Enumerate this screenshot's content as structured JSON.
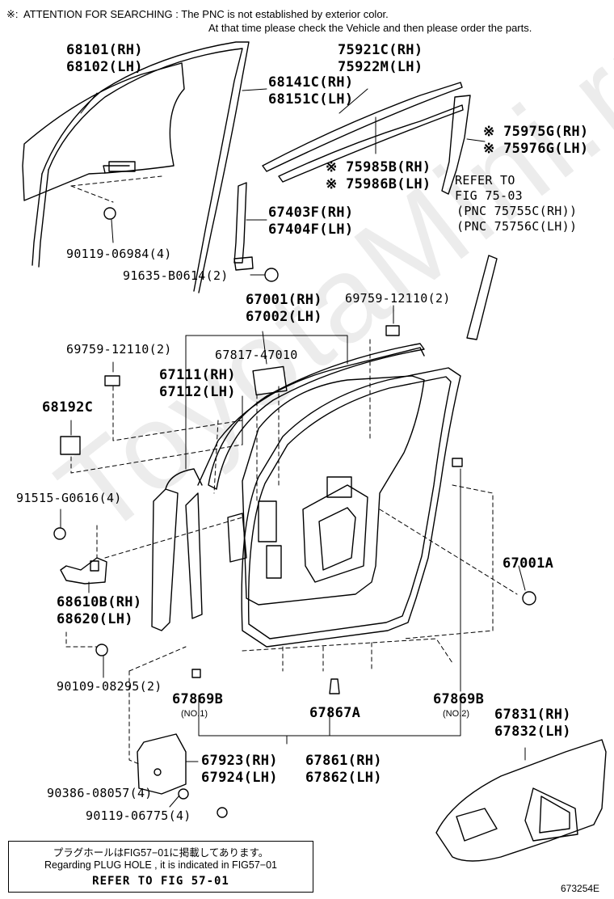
{
  "watermark": "ToyotaMini.ru",
  "attention": {
    "line1": "※:  ATTENTION FOR SEARCHING : The PNC is not established by exterior color.",
    "line2": "At that time please check the Vehicle and then please order the parts."
  },
  "parts": {
    "glass_rh": "68101(RH)",
    "glass_lh": "68102(LH)",
    "run_rh": "68141C(RH)",
    "run_lh": "68151C(LH)",
    "moul_rh": "75921C(RH)",
    "moul_lh": "75922M(LH)",
    "belt_rh": "※ 75985B(RH)",
    "belt_lh": "※ 75986B(LH)",
    "sash_rh": "※ 75975G(RH)",
    "sash_lh": "※ 75976G(LH)",
    "refer1": "REFER TO",
    "refer2": "FIG 75-03",
    "refer3": "(PNC 75755C(RH))",
    "refer4": "(PNC 75756C(LH))",
    "bolt1": "90119-06984(4)",
    "frame_rh": "67403F(RH)",
    "frame_lh": "67404F(LH)",
    "screw1": "91635-B0614(2)",
    "door_rh": "67001(RH)",
    "door_lh": "67002(LH)",
    "cush_r": "69759-12110(2)",
    "cush_l": "69759-12110(2)",
    "seal_pad": "67817-47010",
    "ws_rh": "67111(RH)",
    "ws_lh": "67112(LH)",
    "plug": "68192C",
    "bolt2": "91515-G0616(4)",
    "hinge_rh": "68610B(RH)",
    "hinge_lh": "68620(LH)",
    "bolt3": "90109-08295(2)",
    "hole_cover": "67001A",
    "clip_b1": "67869B",
    "clip_b1_sub": "(NO.1)",
    "clip_a": "67867A",
    "clip_b2": "67869B",
    "clip_b2_sub": "(NO.2)",
    "trim_rh": "67831(RH)",
    "trim_lh": "67832(LH)",
    "check_rh": "67923(RH)",
    "check_lh": "67924(LH)",
    "ws2_rh": "67861(RH)",
    "ws2_lh": "67862(LH)",
    "bolt4": "90386-08057(4)",
    "bolt5": "90119-06775(4)"
  },
  "footnote": {
    "jp": "プラグホールはFIG57−01に掲載してあります。",
    "en": "Regarding  PLUG HOLE , it is indicated  in FIG57−01",
    "refer": "REFER TO FIG 57-01"
  },
  "figure_code": "673254E"
}
